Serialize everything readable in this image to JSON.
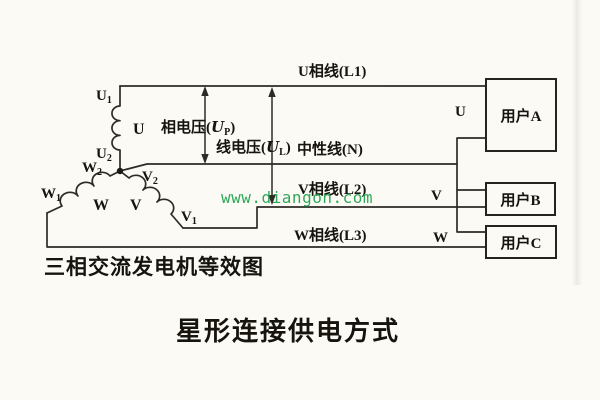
{
  "title": "星形连接供电方式",
  "caption": "三相交流发电机等效图",
  "watermark": "www.diangon.com",
  "colors": {
    "wire": "#2e2b26",
    "paper": "#fbfaf5",
    "text": "#17140e",
    "watermark_green": "#1fa24c"
  },
  "generator": {
    "terminals": {
      "u1": {
        "base": "U",
        "sub": "1"
      },
      "u2": {
        "base": "U",
        "sub": "2"
      },
      "v1": {
        "base": "V",
        "sub": "1"
      },
      "v2": {
        "base": "V",
        "sub": "2"
      },
      "w1": {
        "base": "W",
        "sub": "1"
      },
      "w2": {
        "base": "W",
        "sub": "2"
      }
    },
    "windings": {
      "u": "U",
      "v": "V",
      "w": "W"
    }
  },
  "voltages": {
    "phase": {
      "prefix": "相电压(",
      "symbol": "U",
      "sub": "P",
      "suffix": ")"
    },
    "line": {
      "prefix": "线电压(",
      "symbol": "U",
      "sub": "L",
      "suffix": ")"
    }
  },
  "wires": {
    "u_phase": "U相线(L1)",
    "neutral": "中性线(N)",
    "v_phase": "V相线(L2)",
    "w_phase": "W相线(L3)"
  },
  "bus_terminals": {
    "u": "U",
    "v": "V",
    "w": "W"
  },
  "loads": [
    {
      "label": "用户A"
    },
    {
      "label": "用户B"
    },
    {
      "label": "用户C"
    }
  ]
}
